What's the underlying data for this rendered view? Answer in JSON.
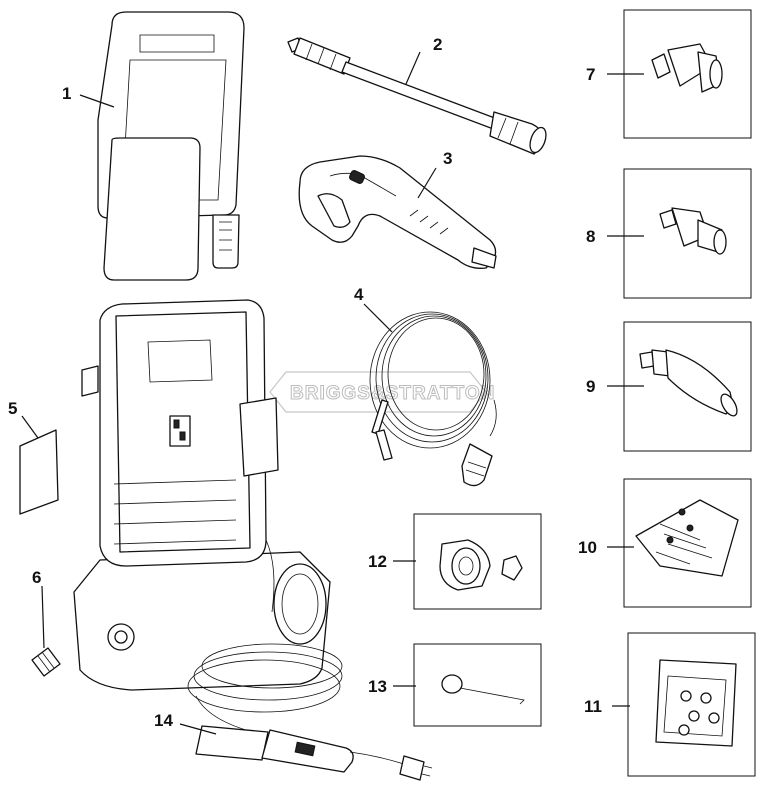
{
  "watermark": "BRIGGS&STRATTON",
  "callouts": [
    {
      "id": "callout-1",
      "label": "1"
    },
    {
      "id": "callout-2",
      "label": "2"
    },
    {
      "id": "callout-3",
      "label": "3"
    },
    {
      "id": "callout-4",
      "label": "4"
    },
    {
      "id": "callout-5",
      "label": "5"
    },
    {
      "id": "callout-6",
      "label": "6"
    },
    {
      "id": "callout-7",
      "label": "7"
    },
    {
      "id": "callout-8",
      "label": "8"
    },
    {
      "id": "callout-9",
      "label": "9"
    },
    {
      "id": "callout-10",
      "label": "10"
    },
    {
      "id": "callout-11",
      "label": "11"
    },
    {
      "id": "callout-12",
      "label": "12"
    },
    {
      "id": "callout-13",
      "label": "13"
    },
    {
      "id": "callout-14",
      "label": "14"
    }
  ]
}
